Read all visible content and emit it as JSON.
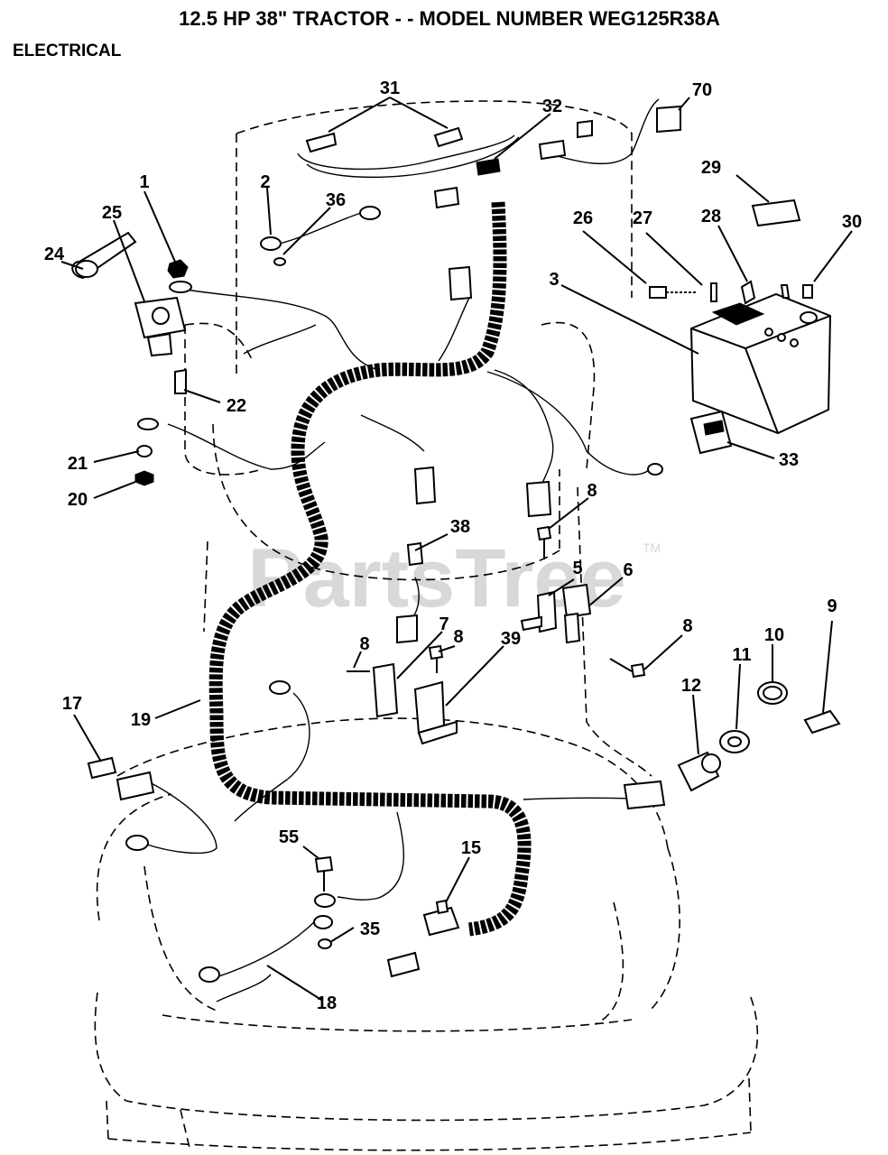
{
  "header": {
    "title": "12.5 HP 38\" TRACTOR - - MODEL NUMBER WEG125R38A",
    "section": "ELECTRICAL"
  },
  "watermark": {
    "text": "PartsTree",
    "mark": "TM"
  },
  "callouts": {
    "c1": "1",
    "c2": "2",
    "c3": "3",
    "c5": "5",
    "c6": "6",
    "c7": "7",
    "c8a": "8",
    "c8b": "8",
    "c8c": "8",
    "c8d": "8",
    "c9": "9",
    "c10": "10",
    "c11": "11",
    "c12": "12",
    "c15": "15",
    "c17": "17",
    "c18": "18",
    "c19": "19",
    "c20": "20",
    "c21": "21",
    "c22": "22",
    "c24": "24",
    "c25": "25",
    "c26": "26",
    "c27": "27",
    "c28": "28",
    "c29": "29",
    "c30": "30",
    "c31": "31",
    "c32": "32",
    "c33": "33",
    "c35": "35",
    "c36": "36",
    "c38": "38",
    "c39": "39",
    "c55": "55",
    "c70": "70"
  }
}
